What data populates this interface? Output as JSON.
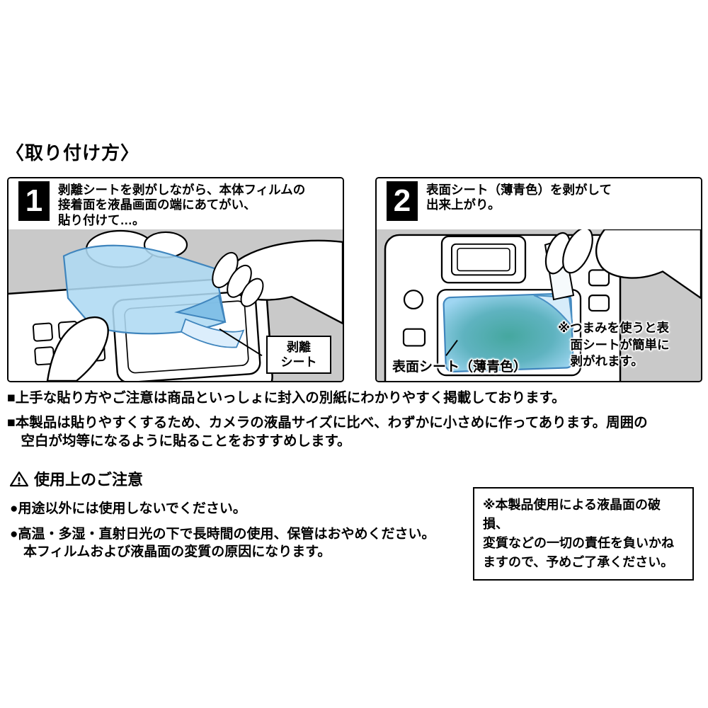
{
  "page": {
    "title": "〈取り付け方〉"
  },
  "steps": [
    {
      "number": "1",
      "text": "剥離シートを剥がしながら、本体フィルムの\n接着面を液晶画面の端にあてがい、\n貼り付けて…。",
      "label": "剥離\nシート"
    },
    {
      "number": "2",
      "text": "表面シート（薄青色）を剥がして\n出来上がり。",
      "label": "表面シート（薄青色）",
      "note": "※つまみを使うと表\n面シートが簡単に\n剥がれます。"
    }
  ],
  "notes": [
    "■上手な貼り方やご注意は商品といっしょに封入の別紙にわかりやすく掲載しております。",
    "■本製品は貼りやすくするため、カメラの液晶サイズに比べ、わずかに小さめに作ってあります。周囲の\n空白が均等になるように貼ることをおすすめします。"
  ],
  "caution": {
    "heading": "使用上のご注意",
    "items": [
      "●用途以外には使用しないでください。",
      "●高温・多湿・直射日光の下で長時間の使用、保管はおやめください。\n本フィルムおよび液晶面の変質の原因になります。"
    ],
    "disclaimer": "※本製品使用による液晶面の破損、\n変質などの一切の責任を負いかね\nますので、予めご了承ください。"
  },
  "colors": {
    "illustration_background": "#c9c9c9",
    "film_light_blue": "#aed9f3",
    "film_teal": "#45a79f",
    "film_edge_blue": "#3f85bd"
  }
}
